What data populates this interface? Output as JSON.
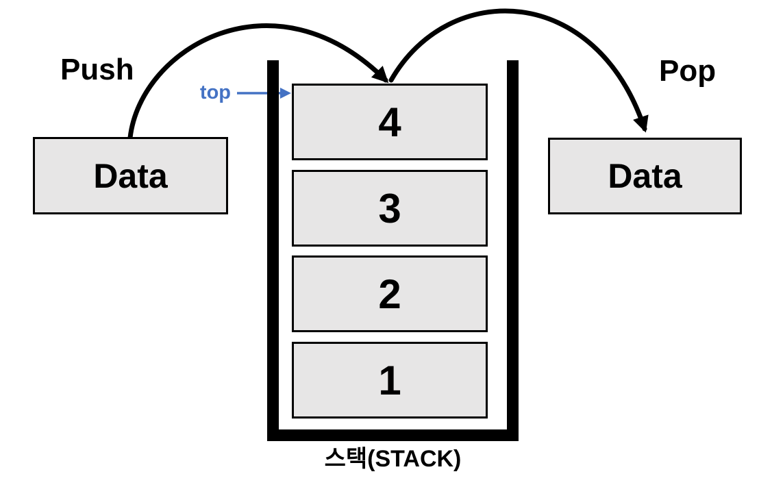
{
  "diagram": {
    "push_label": "Push",
    "pop_label": "Pop",
    "top_pointer_label": "top",
    "push_data_box_label": "Data",
    "pop_data_box_label": "Data",
    "stack_items": [
      "4",
      "3",
      "2",
      "1"
    ],
    "stack_caption": "스택(STACK)",
    "colors": {
      "background": "#ffffff",
      "box_fill": "#e7e6e6",
      "box_border": "#000000",
      "arrow": "#000000",
      "top_pointer_accent": "#4472c4"
    }
  }
}
